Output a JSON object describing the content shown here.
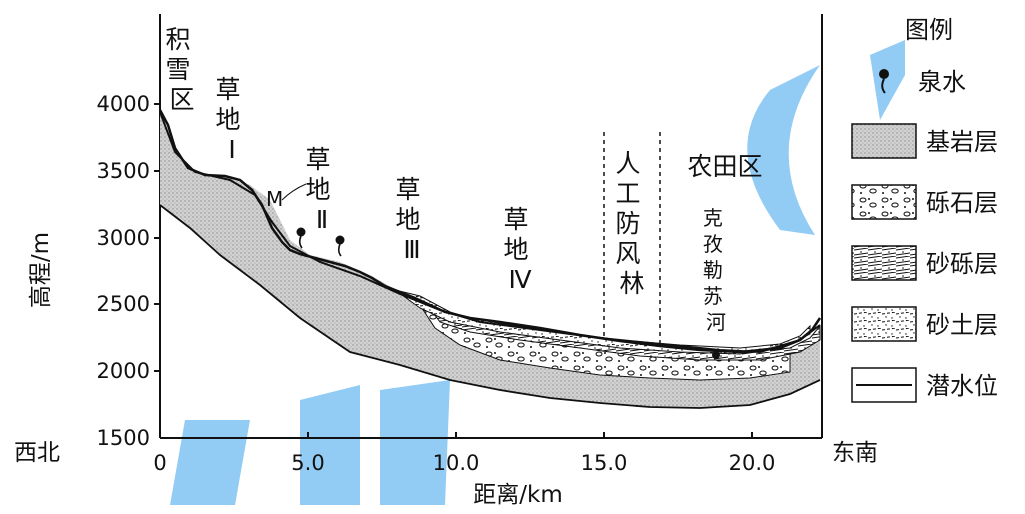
{
  "legend": {
    "title": "图例",
    "items": [
      "泉水",
      "基岩层",
      "砾石层",
      "砂砾层",
      "砂土层",
      "潜水位"
    ]
  },
  "axis": {
    "ylabel": "高程/m",
    "xlabel": "距离/km",
    "yticks": [
      "4000",
      "3500",
      "3000",
      "2500",
      "2000",
      "1500"
    ],
    "xticks": [
      "0",
      "5.0",
      "10.0",
      "15.0",
      "20.0"
    ],
    "left_dir": "西北",
    "right_dir": "东南"
  },
  "labels": {
    "snow": "积雪区",
    "g1": "草地Ⅰ",
    "g2": "草地Ⅱ",
    "g3": "草地Ⅲ",
    "g4": "草地Ⅳ",
    "forest": "人工防风林",
    "farm": "农田区",
    "river": "克孜勒苏河",
    "m": "M"
  },
  "colors": {
    "bedrock": "#cfcfcf",
    "watermark": "#39a0ea"
  }
}
